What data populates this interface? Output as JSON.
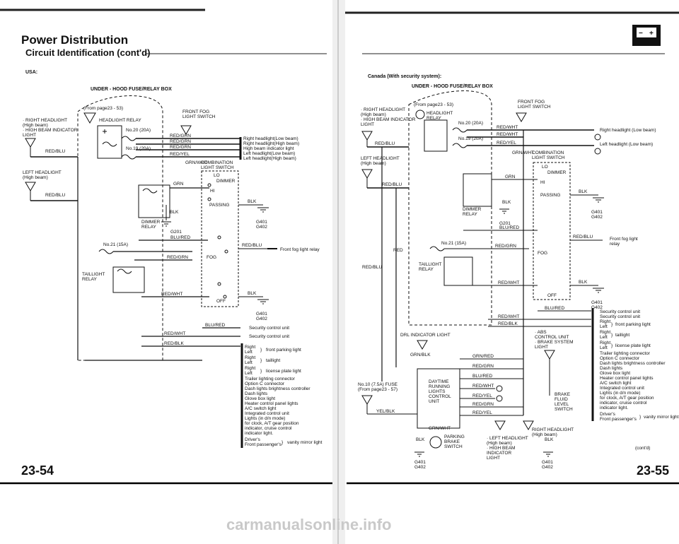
{
  "left_page": {
    "title": "Power Distribution",
    "subtitle": "Circuit Identification (cont'd)",
    "region": "USA:",
    "box_title": "UNDER - HOOD FUSE/RELAY BOX",
    "from_page": "(From page23 - 53)",
    "headlight_relay": "HEADLIGHT\nRELAY",
    "fuse_20": "No.20 (20A)",
    "fuse_19": "No.19 (20A)",
    "fuse_21": "No.21 (15A)",
    "right_headlight": "· RIGHT HEADLIGHT\n(High beam)\n· HIGH BEAM INDICATOR\nLIGHT",
    "left_headlight": "LEFT HEADLIGHT\n(High beam)",
    "front_fog_switch": "FRONT FOG\nLIGHT SWITCH",
    "combination_switch": "COMBINATION\nLIGHT SWITCH",
    "dimmer_relay": "DIMMER\nRELAY",
    "taillight_relay": "TAILLIGHT\nRELAY",
    "lo": "LO",
    "dimmer": "DIMMER",
    "hi": "HI",
    "passing": "PASSING",
    "fog": "FOG",
    "off": "OFF",
    "g201": "G201",
    "g401": "G401\nG402",
    "g401b": "G401\nG402",
    "wires": {
      "red_blu_1": "RED/BLU",
      "red_blu_2": "RED/BLU",
      "red_grn": "RED/GRN",
      "red_grn_2": "RED/GRN",
      "red_grn_3": "RED/GRN",
      "red_yel": "RED/YEL",
      "grn_wht": "GRN/WHT",
      "grn": "GRN",
      "blk": "BLK",
      "blk_2": "BLK",
      "blk_3": "BLK",
      "blu_red": "BLU/RED",
      "blu_red_2": "BLU/RED",
      "red_wht": "RED/WHT",
      "red_wht_2": "RED/WHT",
      "red_blk": "RED/BLK",
      "red_blu_fog": "RED/BLU"
    },
    "loads_top": [
      "Right headlight(Low beam)",
      "Right headlight(High beam)",
      "High beam indicator light",
      "Left headlight(Low beam)",
      "Left headlight(High beam)"
    ],
    "fog_relay": "Front fog light relay",
    "security_1": "Security control unit",
    "security_2": "Security control unit",
    "loads_bottom": [
      "Right",
      "Left",
      "Right",
      "Left",
      "Right",
      "Left",
      "Trailer lighting connector",
      "Option C connector",
      "Dash lights brightness controller",
      "Dash lights",
      "Glove box light",
      "Heater control panel lights",
      "A/C switch light",
      "Integrated control unit",
      "Lights (in d/n mode)\nfor clock, A/T gear position\nindicator, cruise control\nindicator light.",
      "Driver's",
      "Front passenger's"
    ],
    "group_labels": {
      "parking": "front parking light",
      "tail": "taillight",
      "license": "license plate light",
      "vanity": "vanity mirror light"
    },
    "page_number": "23-54"
  },
  "right_page": {
    "title": "Canada (With security system):",
    "box_title": "UNDER - HOOD FUSE/RELAY BOX",
    "from_page": "(From page23 - 53)",
    "headlight_relay": "HEADLIGHT\nRELAY",
    "right_headlight": "· RIGHT HEADLIGHT\n(High beam)\n· HIGH BEAM INDICATOR\nLIGHT",
    "left_headlight": "LEFT HEADLIGHT\n(High beam)",
    "fuse_20": "No.20 (20A)",
    "fuse_19": "No.19 (20A)",
    "fuse_21": "No.21 (15A)",
    "fuse_10": "No.10 (7.5A) FUSE\n(From page23 - 57)",
    "front_fog_switch": "FRONT FOG\nLIGHT SWITCH",
    "combination_switch": "COMBINATION\nLIGHT SWITCH",
    "dimmer_relay": "DIMMER\nRELAY",
    "taillight_relay": "TAILLIGHT\nRELAY",
    "drl_indicator": "DRL INDICATOR LIGHT",
    "drl_unit": "DAYTIME\nRUNNING\nLIGHTS\nCONTROL\nUNIT",
    "abs_unit": "· ABS\nCONTROL UNIT\n· BRAKE SYSTEM\nLIGHT",
    "brake_fluid": "BRAKE\nFLUID\nLEVEL\nSWITCH",
    "parking_brake": "PARKING\nBRAKE\nSWITCH",
    "right_headlight_hb": "RIGHT HEADLIGHT\n(High beam)",
    "left_headlight_hb": "· LEFT HEADLIGHT\n(High beam)\n· HIGH BEAM\nINDICATOR\nLIGHT",
    "lo": "LO",
    "dimmer": "DIMMER",
    "hi": "HI",
    "passing": "PASSING",
    "fog": "FOG",
    "off": "OFF",
    "g201": "G201",
    "g401": "G401\nG402",
    "g401b": "G401\nG402",
    "g401c": "G401\nG402",
    "g401d": "G401\nG402",
    "wires": {
      "red_wht": "RED/WHT",
      "red_wht_2": "RED/WHT",
      "red_wht_3": "RED/WHT",
      "red_wht_4": "RED/WHT",
      "red_yel": "RED/YEL",
      "red_yel_2": "RED/YEL",
      "red_blu": "RED/BLU",
      "red_blu_2": "RED/BLU",
      "red_blu_3": "RED/BLU",
      "red_blu_fog": "RED/BLU",
      "grn_wht": "GRN/WHT",
      "grn_wht_2": "GRN/WHT",
      "grn": "GRN",
      "blk": "BLK",
      "blk_2": "BLK",
      "blk_3": "BLK",
      "blk_4": "BLK",
      "blu_red": "BLU/RED",
      "blu_red_2": "BLU/RED",
      "blu_red_3": "BLU/RED",
      "red_grn": "RED/GRN",
      "red_grn_2": "RED/GRN",
      "red_grn_3": "RED/GRN",
      "red_blk": "RED/BLK",
      "red": "RED",
      "grn_red": "GRN/RED",
      "grn_blk": "GRN/BLK",
      "yel_blk": "YEL/BLK"
    },
    "loads_top": [
      "Right headlight (Low beam)",
      "Left headlight (Low beam)"
    ],
    "fog_relay": "Front fog light\nrelay",
    "security_1": "Security control unit",
    "security_2": "Security control unit",
    "loads_bottom": [
      "Right",
      "Left",
      "Right",
      "Left",
      "Right",
      "Left",
      "Trailer lighting connector",
      "Option C connector",
      "Dash lights brightness controller",
      "Dash lights",
      "Glove box light",
      "Heater control panel lights",
      "A/C switch light",
      "Integrated control unit",
      "Lights (in d/n mode)\nfor clock, A/T gear position\nindicator, cruise control\nindicator light.",
      "Driver's",
      "Front passenger's"
    ],
    "group_labels": {
      "parking": "front parking light",
      "tail": "taillight",
      "license": "license plate light",
      "vanity": "vanity mirror light"
    },
    "battery_icon": "battery-icon",
    "contd": "(cont'd)",
    "page_number": "23-55"
  },
  "watermark": "carmanualsonline.info"
}
